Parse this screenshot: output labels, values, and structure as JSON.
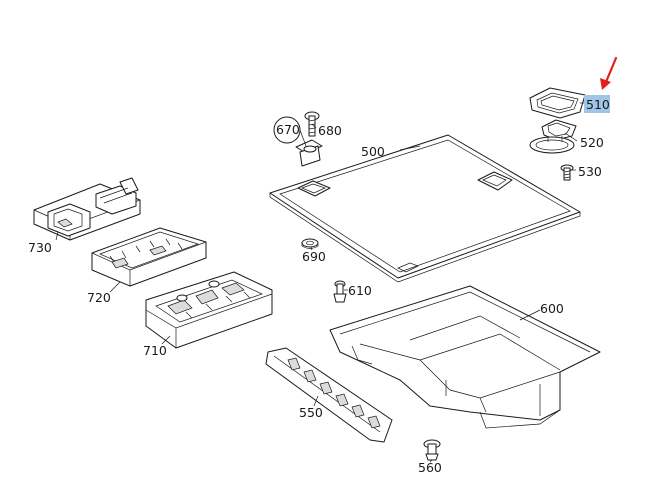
{
  "diagram": {
    "highlight_color": "#9fc6e8",
    "arrow_color": "#e0201b",
    "highlighted_part": "510",
    "callouts": [
      {
        "id": "510",
        "text": "510"
      },
      {
        "id": "520",
        "text": "520"
      },
      {
        "id": "530",
        "text": "530"
      },
      {
        "id": "500",
        "text": "500"
      },
      {
        "id": "670",
        "text": "670"
      },
      {
        "id": "680",
        "text": "680"
      },
      {
        "id": "690",
        "text": "690"
      },
      {
        "id": "730",
        "text": "730"
      },
      {
        "id": "720",
        "text": "720"
      },
      {
        "id": "710",
        "text": "710"
      },
      {
        "id": "610",
        "text": "610"
      },
      {
        "id": "600",
        "text": "600"
      },
      {
        "id": "550",
        "text": "550"
      },
      {
        "id": "560",
        "text": "560"
      }
    ]
  }
}
